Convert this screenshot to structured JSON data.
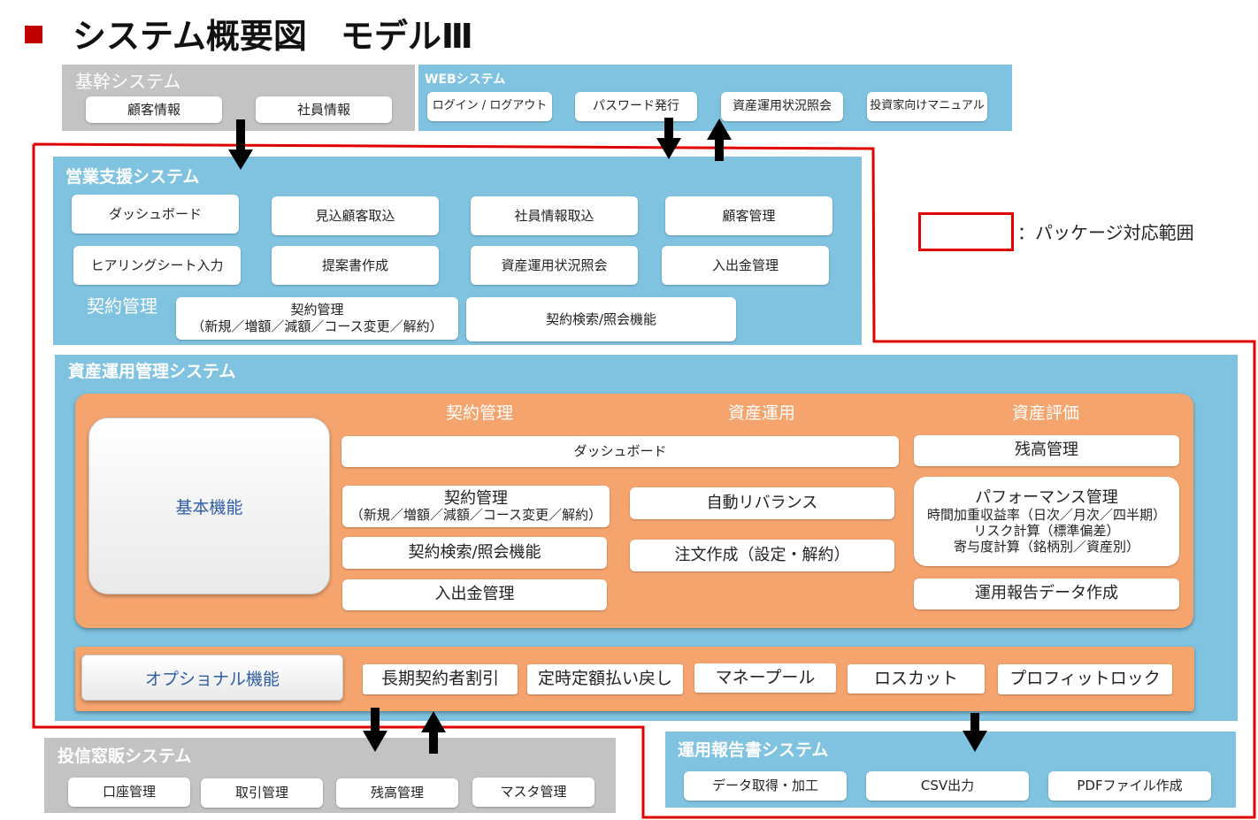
{
  "title": "システム概要図　モデルⅢ",
  "kikan": {
    "label": "基幹システム",
    "items": [
      "顧客情報",
      "社員情報"
    ]
  },
  "web": {
    "label": "WEBシステム",
    "items": [
      "ログイン / ログアウト",
      "パスワード発行",
      "資産運用状況照会",
      "投資家向けマニュアル"
    ]
  },
  "legend": {
    "text": "：パッケージ対応範囲"
  },
  "eigyo": {
    "label": "営業支援システム",
    "row1": [
      "ダッシュボード",
      "見込顧客取込",
      "社員情報取込",
      "顧客管理"
    ],
    "row2": [
      "ヒアリングシート入力",
      "提案書作成",
      "資産運用状況照会",
      "入出金管理"
    ],
    "keiyaku_label": "契約管理",
    "keiyaku_box_line1": "契約管理",
    "keiyaku_box_line2": "（新規／増額／減額／コース変更／解約）",
    "search_box": "契約検索/照会機能"
  },
  "shisan": {
    "label": "資産運用管理システム",
    "categories": [
      "契約管理",
      "資産運用",
      "資産評価"
    ],
    "basic": "基本機能",
    "dashboard": "ダッシュボード",
    "keiyaku_line1": "契約管理",
    "keiyaku_line2": "（新規／増額／減額／コース変更／解約）",
    "search": "契約検索/照会機能",
    "nyushukkin": "入出金管理",
    "rebalance": "自動リバランス",
    "order": "注文作成（設定・解約）",
    "zandaka": "残高管理",
    "perf_title": "パフォーマンス管理",
    "perf_lines": [
      "時間加重収益率（日次／月次／四半期）",
      "リスク計算（標準偏差）",
      "寄与度計算（銘柄別／資産別）"
    ],
    "report_data": "運用報告データ作成",
    "optional": "オプショナル機能",
    "options": [
      "長期契約者割引",
      "定時定額払い戻し",
      "マネープール",
      "ロスカット",
      "プロフィットロック"
    ]
  },
  "toshin": {
    "label": "投信窓販システム",
    "items": [
      "口座管理",
      "取引管理",
      "残高管理",
      "マスタ管理"
    ]
  },
  "report": {
    "label": "運用報告書システム",
    "items": [
      "データ取得・加工",
      "CSV出力",
      "PDFファイル作成"
    ]
  },
  "colors": {
    "accent_red": "#e00000",
    "blue_panel": "#7fc3e0",
    "gray_panel": "#c3c3c3",
    "orange_panel": "#f5a46e",
    "option_text": "#2e5da8"
  }
}
